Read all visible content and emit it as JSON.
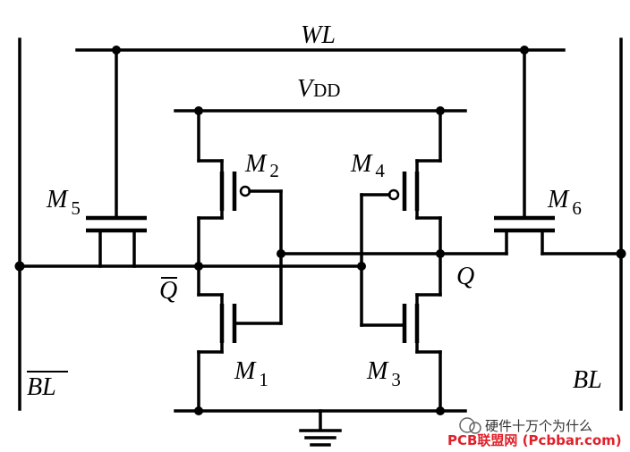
{
  "labels": {
    "wl": "WL",
    "vdd_main": "V",
    "vdd_sub": "DD",
    "q": "Q",
    "q_bar": "Q",
    "bl": "BL",
    "bl_bar": "BL"
  },
  "transistors": [
    {
      "id": "m1",
      "letter": "M",
      "index": "1"
    },
    {
      "id": "m2",
      "letter": "M",
      "index": "2"
    },
    {
      "id": "m3",
      "letter": "M",
      "index": "3"
    },
    {
      "id": "m4",
      "letter": "M",
      "index": "4"
    },
    {
      "id": "m5",
      "letter": "M",
      "index": "5"
    },
    {
      "id": "m6",
      "letter": "M",
      "index": "6"
    }
  ],
  "watermark": {
    "line1": "硬件十万个为什么",
    "line2": "PCB联盟网 (Pcbbar.com)"
  }
}
